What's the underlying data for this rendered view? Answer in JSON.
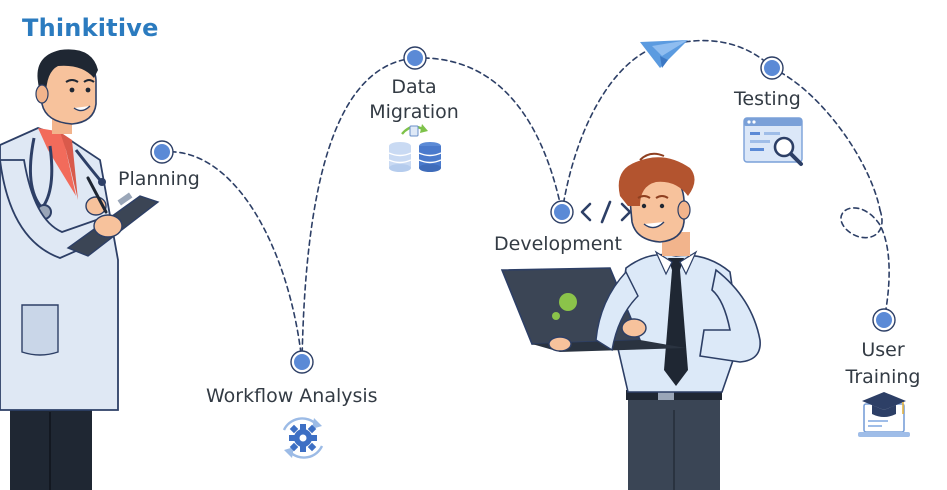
{
  "brand": {
    "name": "Thinkitive"
  },
  "steps": {
    "planning": "Planning",
    "workflow": "Workflow Analysis",
    "migration_line1": "Data",
    "migration_line2": "Migration",
    "development": "Development",
    "testing": "Testing",
    "training_line1": "User",
    "training_line2": "Training"
  },
  "icons": {
    "workflow": "gear-cycle-icon",
    "migration": "database-transfer-icon",
    "development": "code-icon",
    "testing": "test-inspection-icon",
    "training": "graduation-laptop-icon",
    "end": "paper-plane-icon"
  },
  "colors": {
    "brand": "#2b7bbf",
    "path": "#2d3f66",
    "node": "#5b8ad6",
    "text": "#333b44"
  }
}
